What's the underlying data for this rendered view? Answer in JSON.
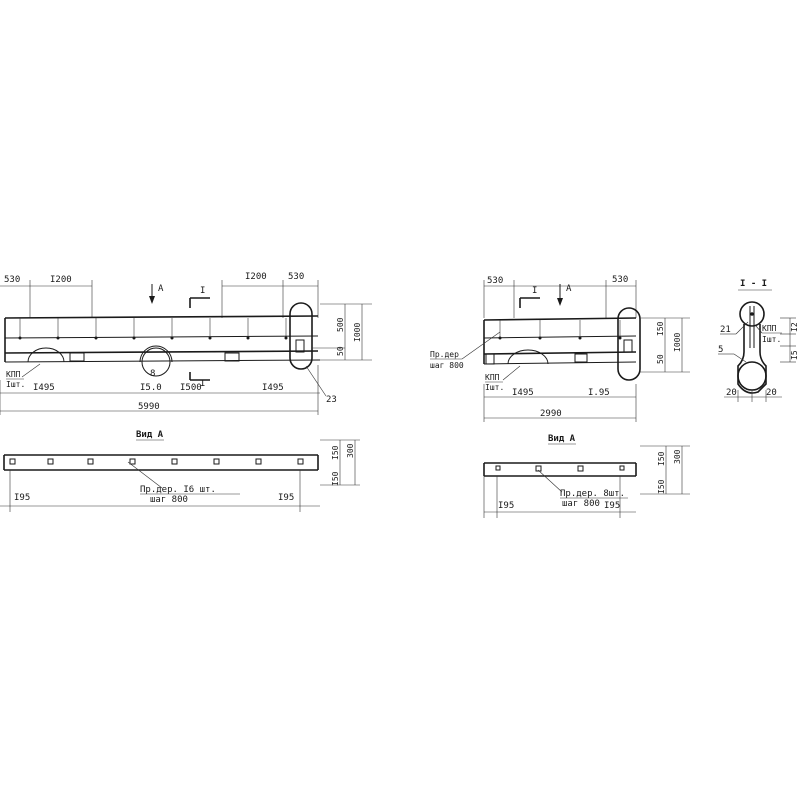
{
  "colors": {
    "ink": "#1a1a1a",
    "paper": "#ffffff"
  },
  "left": {
    "dim_top_530": "530",
    "dim_top_1200_a": "I200",
    "dim_top_1200_b": "I200",
    "dim_top_530_b": "530",
    "arrow_view": "А",
    "section_mark_top": "I",
    "section_mark_bottom": "I",
    "dim_right_500": "500",
    "dim_right_50": "50",
    "dim_right_1000": "I000",
    "kpp": "КПП",
    "kpp_count": "Iшт.",
    "dim_1495_a": "I495",
    "marker_8": "8",
    "dim_1500_a": "I5.0",
    "dim_1500_b": "I500",
    "dim_1495_b": "I495",
    "dim_total": "5990",
    "marker_23": "23",
    "view_label": "Вид А",
    "dim_plan_150_a": "I50",
    "dim_plan_300": "300",
    "dim_plan_150_b": "I50",
    "dim_195_a": "I95",
    "dim_195_b": "I95",
    "note_line1": "Пр.дер. I6 шт.",
    "note_line2": "шаг 800"
  },
  "right": {
    "dim_top_530_a": "530",
    "section_mark_top": "I",
    "arrow_view": "А",
    "dim_top_530_b": "530",
    "note_left_1": "Пр.дер",
    "note_left_2": "шаг 800",
    "kpp": "КПП",
    "kpp_count": "Iшт.",
    "dim_1495_a": "I495",
    "dim_1495_b": "I.95",
    "dim_total": "2990",
    "dim_right_150": "I50",
    "dim_right_50": "50",
    "dim_right_1000": "I000",
    "view_label": "Вид А",
    "dim_plan_150_a": "I50",
    "dim_plan_300": "300",
    "dim_plan_150_b": "I50",
    "dim_195_a": "I95",
    "dim_195_b": "I95",
    "note_line1": "Пр.дер. 8шт.",
    "note_line2": "шаг 800"
  },
  "section": {
    "title": "I - I",
    "marker_21": "21",
    "marker_5": "5",
    "kpp": "КПП",
    "kpp_count": "Iшт.",
    "dim_12": "I2",
    "dim_15": "I5",
    "dim_20_a": "20",
    "dim_20_b": "20"
  }
}
